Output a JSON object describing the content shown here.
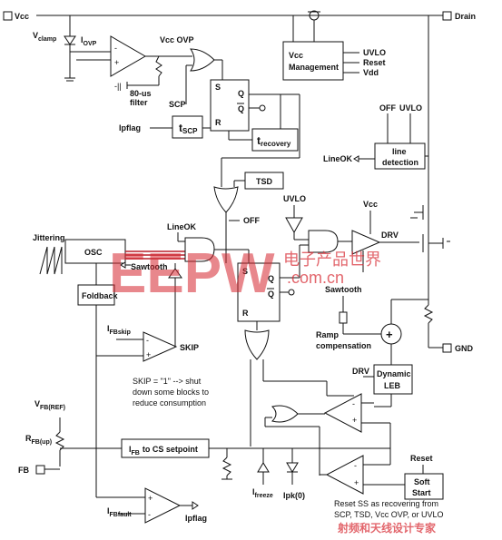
{
  "pins": {
    "vcc": "Vcc",
    "drain": "Drain",
    "gnd": "GND",
    "fb": "FB"
  },
  "labels": {
    "vclamp": "V",
    "vclamp_sub": "clamp",
    "iovp": "I",
    "iovp_sub": "OVP",
    "vcc_ovp": "Vcc OVP",
    "filter_80us": "80-us",
    "filter_word": "filter",
    "scp": "SCP",
    "ipflag_top": "Ipflag",
    "t_scp": "t",
    "t_scp_sub": "SCP",
    "t_recovery": "t",
    "t_recovery_sub": "recovery",
    "s": "S",
    "r": "R",
    "q": "Q",
    "qbar": "Q",
    "vcc_mgmt_1": "Vcc",
    "vcc_mgmt_2": "Management",
    "uvlo_out": "UVLO",
    "reset_out": "Reset",
    "vdd_out": "Vdd",
    "off_top": "OFF",
    "uvlo_top": "UVLO",
    "line_detection_1": "line",
    "line_detection_2": "detection",
    "lineok_left": "LineOK",
    "tsd": "TSD",
    "off_mid": "OFF",
    "uvlo_mid": "UVLO",
    "vcc_mid": "Vcc",
    "drv_mid": "DRV",
    "jittering": "Jittering",
    "osc": "OSC",
    "lineok_osc": "LineOK",
    "sawtooth_osc": "Sawtooth",
    "foldback": "Foldback",
    "ifbskip": "I",
    "ifbskip_sub": "FBskip",
    "skip": "SKIP",
    "skip_note_1": "SKIP = \"1\" --> shut",
    "skip_note_2": "down some blocks to",
    "skip_note_3": "reduce consumption",
    "sawtooth_right": "Sawtooth",
    "ramp_comp_1": "Ramp",
    "ramp_comp_2": "compensation",
    "drv_leb": "DRV",
    "dynamic_leb_1": "Dynamic",
    "dynamic_leb_2": "LEB",
    "vfbref": "V",
    "vfbref_sub": "FB(REF)",
    "rfbup": "R",
    "rfbup_sub": "FB(up)",
    "ifb_cs_1": "I",
    "ifb_cs_sub": "FB",
    "ifb_cs_2": "to CS setpoint",
    "ifreeze": "I",
    "ifreeze_sub": "freeze",
    "ipk0": "Ipk(0)",
    "reset_bottom": "Reset",
    "soft_start_1": "Soft",
    "soft_start_2": "Start",
    "ifbfault": "I",
    "ifbfault_sub": "FBfault",
    "ipflag_bottom": "Ipflag",
    "reset_ss_1": "Reset SS as recovering from",
    "reset_ss_2": "SCP, TSD, Vcc OVP, or UVLO"
  },
  "watermarks": {
    "eepw": "EEPW",
    "com_cn": ".com.cn",
    "cn_top": "电子产品世界",
    "corner": "射频和天线设计专家"
  },
  "colors": {
    "wire": "#111111",
    "accent": "#b81f2a",
    "watermark": "#d7262f"
  }
}
